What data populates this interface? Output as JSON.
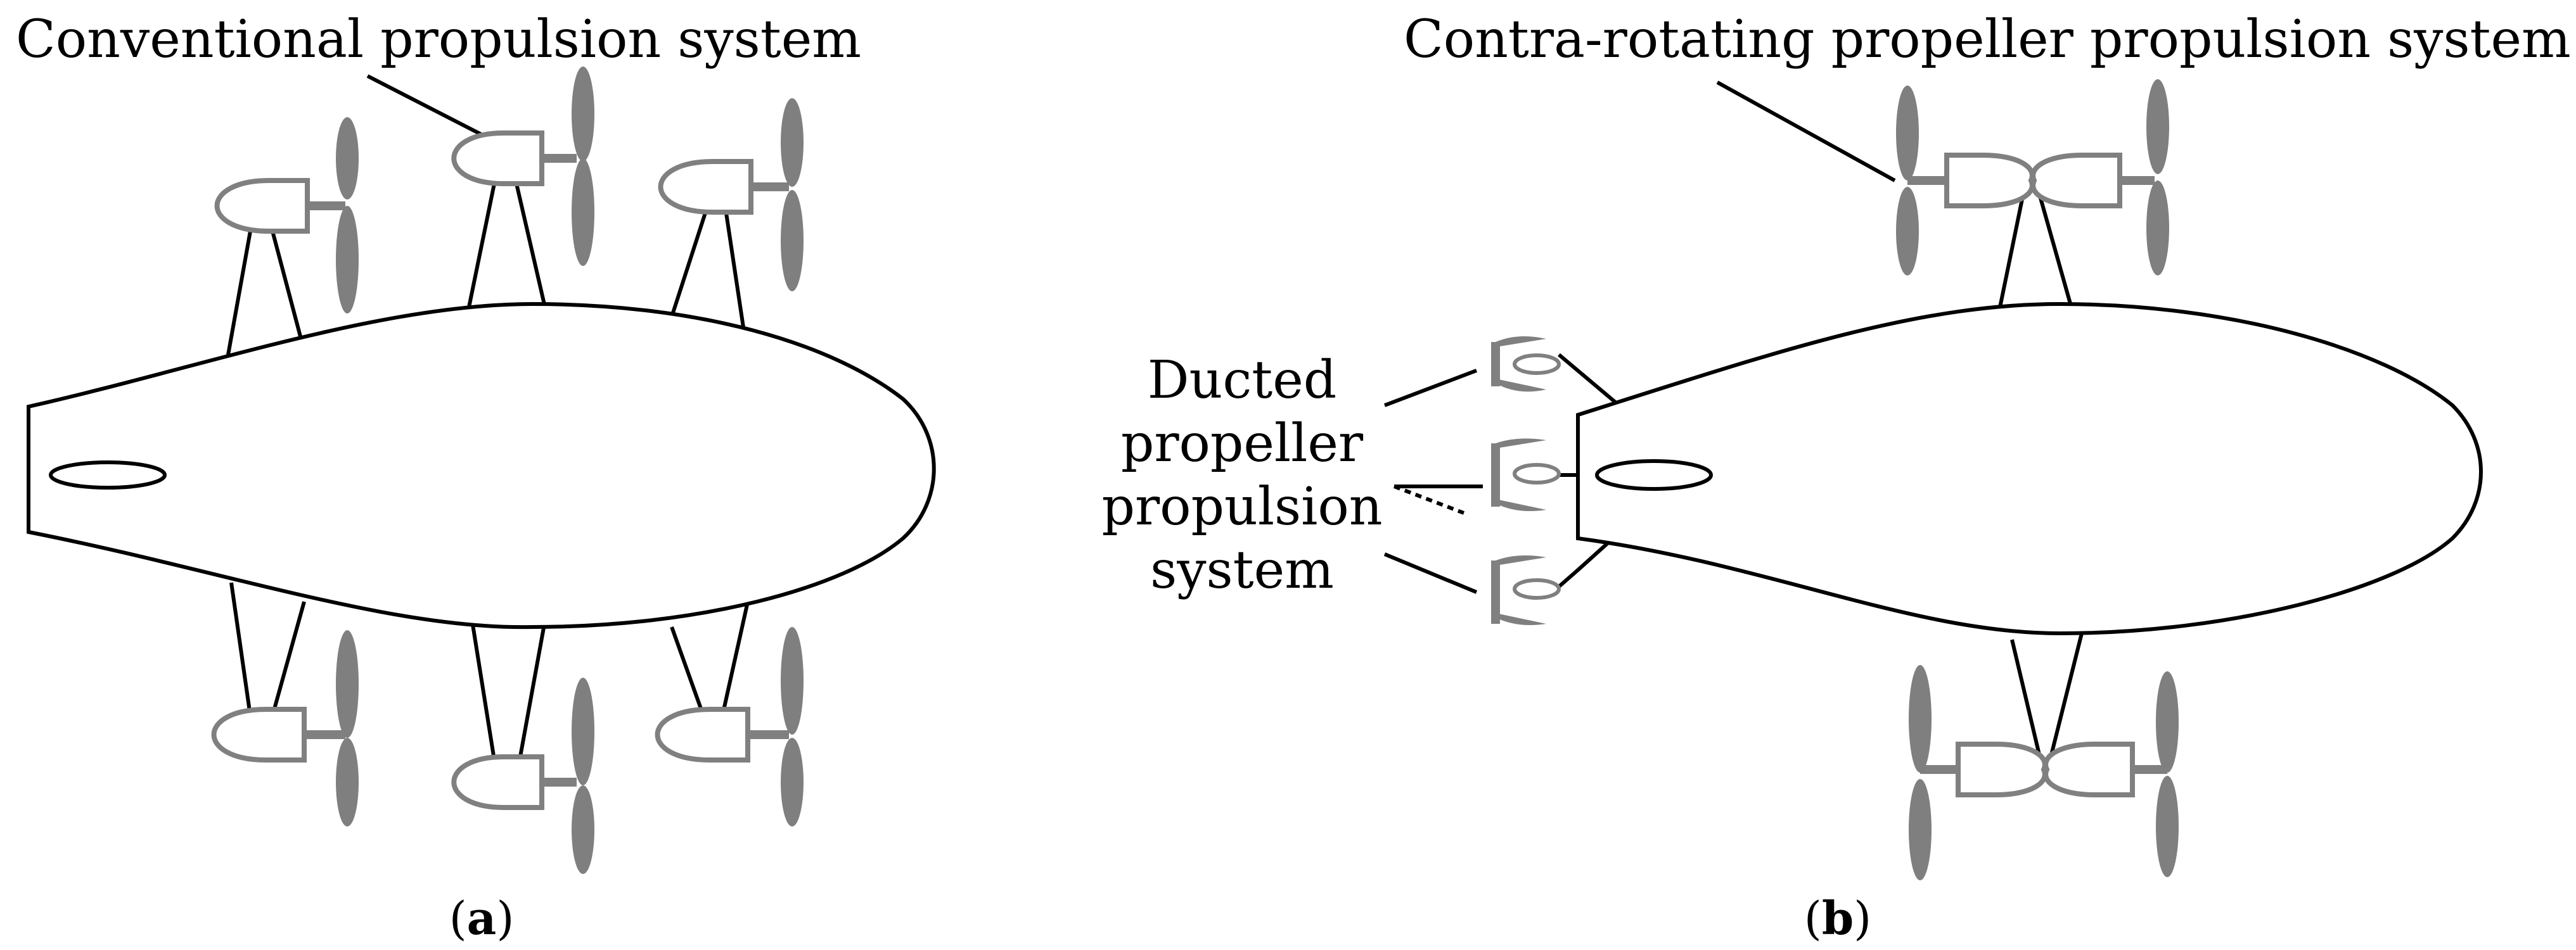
{
  "panel_a": {
    "title": "Conventional propulsion system",
    "caption_open": "(",
    "caption_letter": "a",
    "caption_close": ")"
  },
  "panel_b": {
    "title": "Contra-rotating propeller propulsion system",
    "ducted_label": [
      "Ducted",
      "propeller",
      "propulsion",
      "system"
    ],
    "caption_open": "(",
    "caption_letter": "b",
    "caption_close": ")"
  },
  "colors": {
    "outline": "#000000",
    "propulsion_gray": "#808080",
    "blade_gray": "#7f7f7f"
  }
}
